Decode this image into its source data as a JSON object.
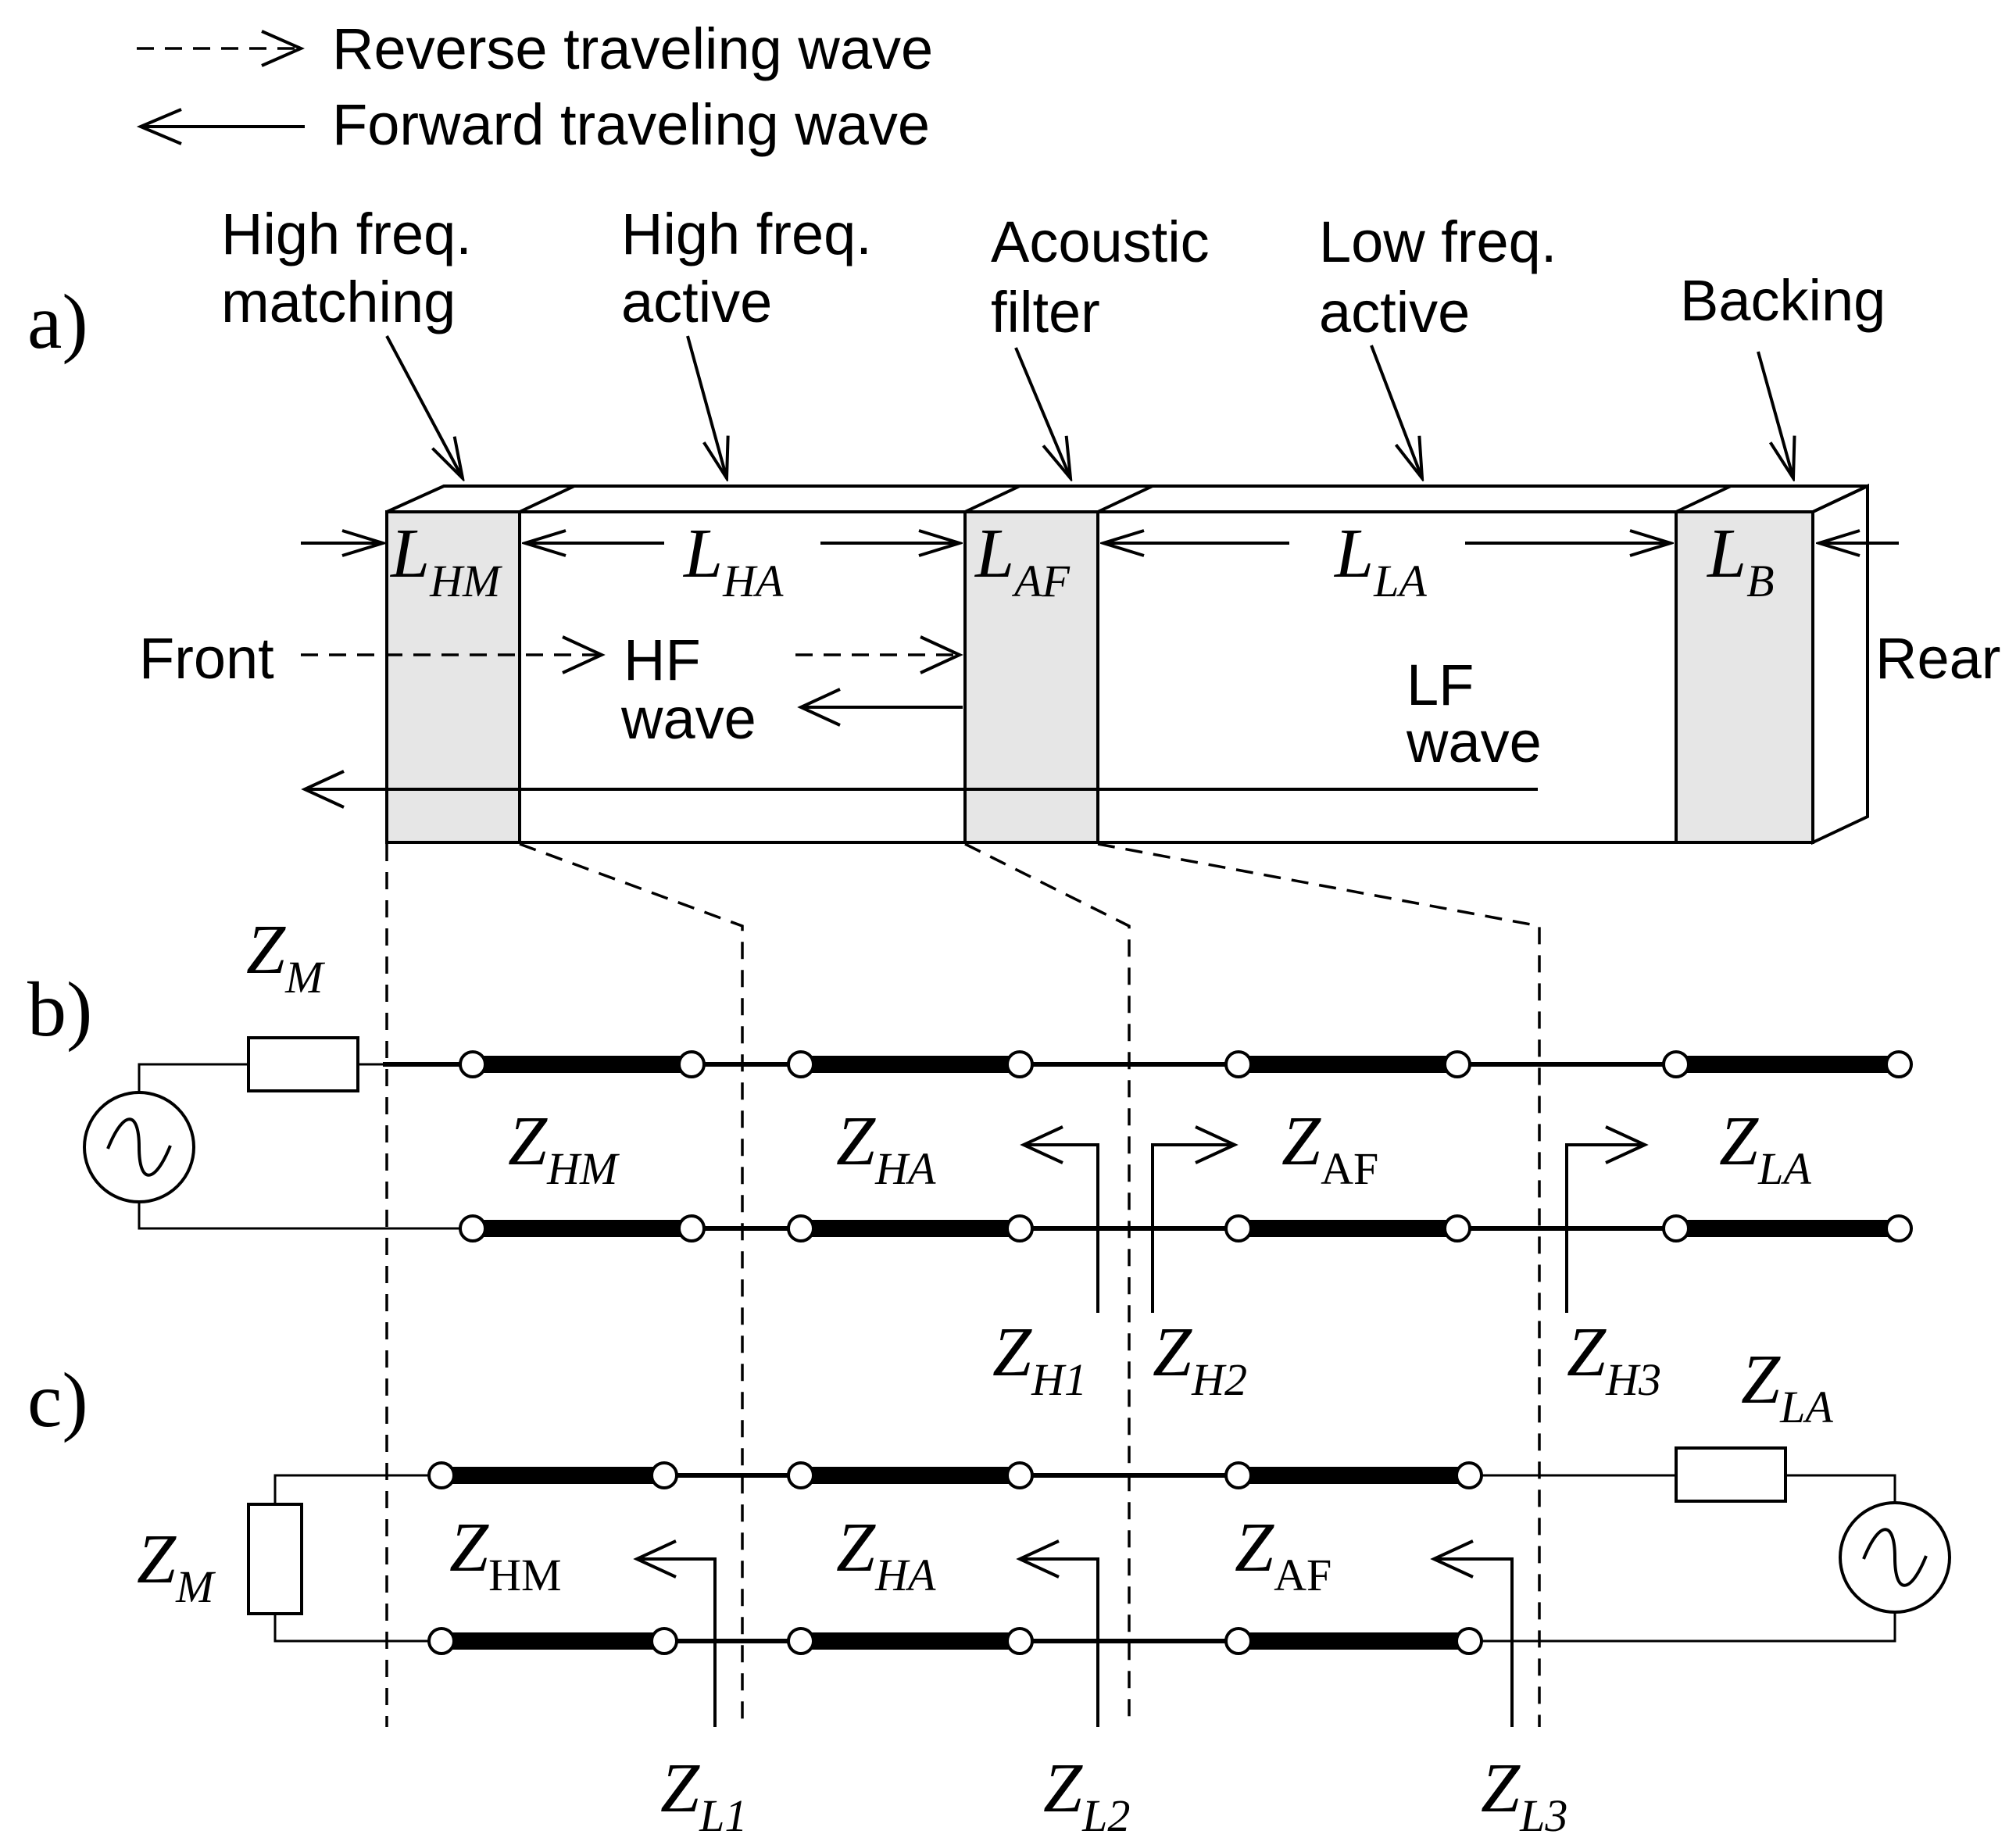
{
  "legend": {
    "reverse": "Reverse traveling wave",
    "forward": "Forward traveling wave"
  },
  "panels": {
    "a": "a)",
    "b": "b)",
    "c": "c)"
  },
  "layers": {
    "hm_line1": "High freq.",
    "hm_line2": "matching",
    "ha_line1": "High freq.",
    "ha_line2": "active",
    "af_line1": "Acoustic",
    "af_line2": "filter",
    "la_line1": "Low freq.",
    "la_line2": "active",
    "backing": "Backing"
  },
  "lengths": {
    "hm": {
      "base": "L",
      "sub": "HM"
    },
    "ha": {
      "base": "L",
      "sub": "HA"
    },
    "af": {
      "base": "L",
      "sub": "AF"
    },
    "la": {
      "base": "L",
      "sub": "LA"
    },
    "b": {
      "base": "L",
      "sub": "B"
    }
  },
  "waves": {
    "front": "Front",
    "rear": "Rear",
    "hf1": "HF",
    "hf2": "wave",
    "lf1": "LF",
    "lf2": "wave"
  },
  "impedances": {
    "zm": {
      "base": "Z",
      "sub": "M"
    },
    "zhm": {
      "base": "Z",
      "sub": "HM"
    },
    "zha": {
      "base": "Z",
      "sub": "HA"
    },
    "zaf": {
      "base": "Z",
      "sub": "AF"
    },
    "zla": {
      "base": "Z",
      "sub": "LA"
    },
    "zh1": {
      "base": "Z",
      "sub": "H1"
    },
    "zh2": {
      "base": "Z",
      "sub": "H2"
    },
    "zh3": {
      "base": "Z",
      "sub": "H3"
    },
    "zhm_c": {
      "base": "Z",
      "sub": "HM"
    },
    "zl1": {
      "base": "Z",
      "sub": "L1"
    },
    "zl2": {
      "base": "Z",
      "sub": "L2"
    },
    "zl3": {
      "base": "Z",
      "sub": "L3"
    }
  }
}
